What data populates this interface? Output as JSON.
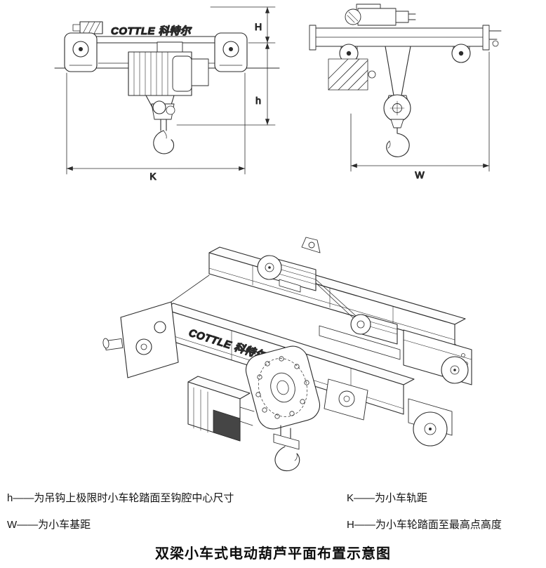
{
  "brand": {
    "logo_text": "COTTLE 科特尔"
  },
  "views": {
    "side": {
      "dim_height": "H",
      "dim_hook": "h",
      "dim_gauge": "K"
    },
    "end": {
      "dim_wheelbase": "W"
    }
  },
  "legend": {
    "items": [
      {
        "label": "h——为吊钩上极限时小车轮踏面至钩腔中心尺寸"
      },
      {
        "label": "K——为小车轨距"
      },
      {
        "label": "W——为小车基距"
      },
      {
        "label": "H——为小车轮踏面至最高点高度"
      }
    ]
  },
  "title": "双梁小车式电动葫芦平面布置示意图",
  "colors": {
    "line": "#2b2b2b",
    "text": "#141414"
  }
}
